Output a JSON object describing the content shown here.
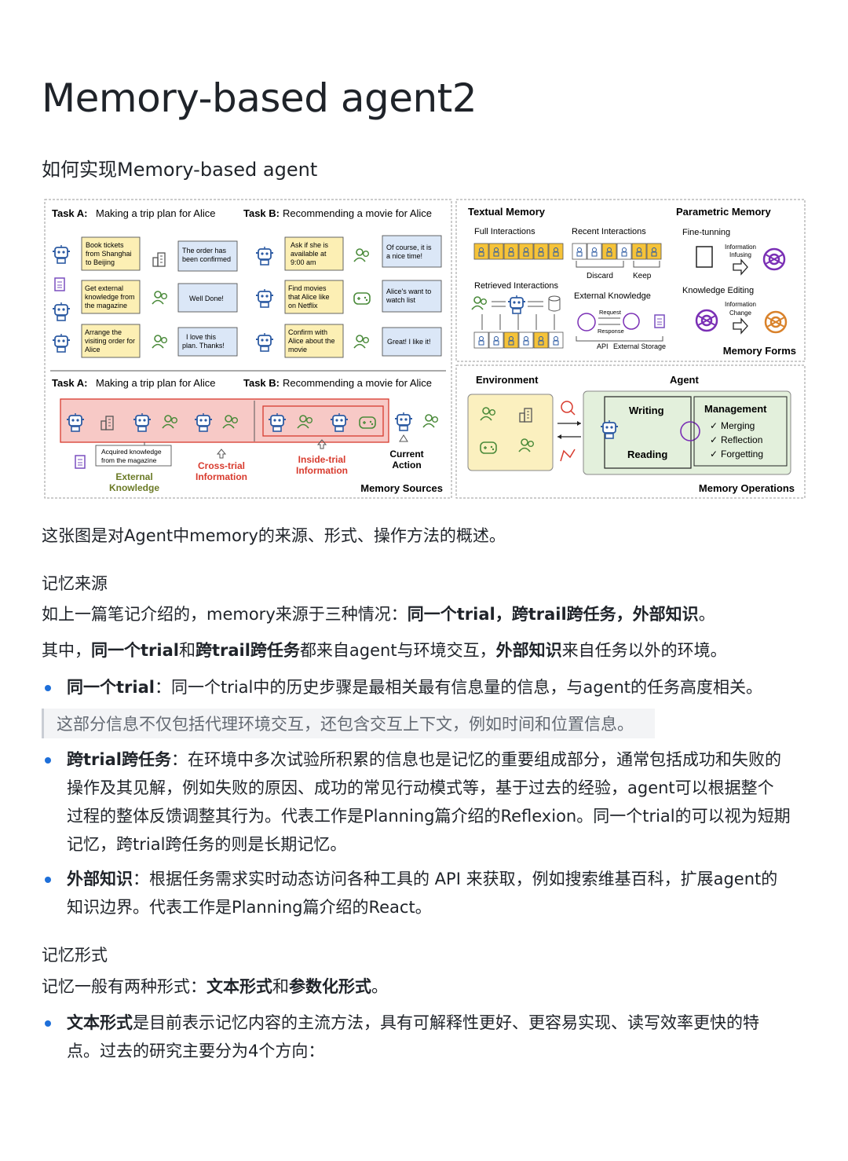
{
  "title": "Memory-based agent2",
  "subtitle": "如何实现Memory-based agent",
  "figure": {
    "sources_top": {
      "task_a_label": "Task A:",
      "task_a_text": "Making a trip plan for Alice",
      "task_b_label": "Task B:",
      "task_b_text": "Recommending a movie for Alice",
      "a_msgs": [
        "Book tickets",
        "from Shanghai",
        "to Beijing",
        "Get external",
        "knowledge from",
        "the magazine",
        "Arrange the",
        "visiting order for",
        "Alice"
      ],
      "a_replies": [
        "The order has",
        "been confirmed",
        "Well Done!",
        "I love this",
        "plan. Thanks!"
      ],
      "b_msgs": [
        "Ask if she is",
        "available at",
        "9:00 am",
        "Find movies",
        "that Alice like",
        "on Netflix",
        "Confirm with",
        "Alice about the",
        "movie"
      ],
      "b_replies": [
        "Of course, it is",
        "a nice time!",
        "Alice's want to",
        "watch list",
        "Great! I like it!"
      ]
    },
    "sources_bottom": {
      "task_a_label": "Task A:",
      "task_a_text": "Making a trip plan for Alice",
      "task_b_label": "Task B:",
      "task_b_text": "Recommending a movie for Alice",
      "acquired_1": "Acquired knowledge",
      "acquired_2": "from the magazine",
      "external_1": "External",
      "external_2": "Knowledge",
      "cross_1": "Cross-trial",
      "cross_2": "Information",
      "inside_1": "Inside-trial",
      "inside_2": "Information",
      "current_1": "Current",
      "current_2": "Action",
      "caption": "Memory Sources"
    },
    "forms": {
      "textual": "Textual Memory",
      "full": "Full Interactions",
      "recent": "Recent Interactions",
      "discard": "Discard",
      "keep": "Keep",
      "retrieved": "Retrieved Interactions",
      "external": "External Knowledge",
      "request": "Request",
      "response": "Response",
      "api": "API",
      "storage": "External Storage",
      "parametric": "Parametric Memory",
      "finetune": "Fine-tunning",
      "infusing_1": "Information",
      "infusing_2": "Infusing",
      "editing": "Knowledge Editing",
      "change_1": "Information",
      "change_2": "Change",
      "caption": "Memory Forms"
    },
    "operations": {
      "environment": "Environment",
      "agent": "Agent",
      "writing": "Writing",
      "reading": "Reading",
      "management": "Management",
      "merging": "Merging",
      "reflection": "Reflection",
      "forgetting": "Forgetting",
      "caption": "Memory Operations"
    }
  },
  "intro": "这张图是对Agent中memory的来源、形式、操作方法的概述。",
  "section_sources": {
    "heading": "记忆来源",
    "p1_a": "如上一篇笔记介绍的，memory来源于三种情况：",
    "p1_b": "同一个trial，跨trail跨任务，外部知识",
    "p1_c": "。",
    "p2_a": "其中，",
    "p2_b": "同一个trial",
    "p2_c": "和",
    "p2_d": "跨trail跨任务",
    "p2_e": "都来自agent与环境交互，",
    "p2_f": "外部知识",
    "p2_g": "来自任务以外的环境。",
    "b1_bold": "同一个trial",
    "b1_text": "：同一个trial中的历史步骤是最相关最有信息量的信息，与agent的任务高度相关。",
    "quote": "这部分信息不仅包括代理环境交互，还包含交互上下文，例如时间和位置信息。",
    "b2_bold": "跨trial跨任务",
    "b2_l1": "：在环境中多次试验所积累的信息也是记忆的重要组成部分，通常包括成功和失败的",
    "b2_l2": "操作及其见解，例如失败的原因、成功的常见行动模式等，基于过去的经验，agent可以根据整个",
    "b2_l3": "过程的整体反馈调整其行为。代表工作是Planning篇介绍的Reflexion。同一个trial的可以视为短期",
    "b2_l4": "记忆，跨trial跨任务的则是长期记忆。",
    "b3_bold": "外部知识",
    "b3_l1": "：根据任务需求实时动态访问各种工具的 API 来获取，例如搜索维基百科，扩展agent的",
    "b3_l2": "知识边界。代表工作是Planning篇介绍的React。"
  },
  "section_forms": {
    "heading": "记忆形式",
    "p1_a": "记忆一般有两种形式：",
    "p1_b": "文本形式",
    "p1_c": "和",
    "p1_d": "参数化形式",
    "p1_e": "。",
    "b1_bold": "文本形式",
    "b1_l1": "是目前表示记忆内容的主流方法，具有可解释性更好、更容易实现、读写效率更快的特",
    "b1_l2": "点。过去的研究主要分为4个方向："
  },
  "colors": {
    "accent": "#1e6fd9",
    "card_yellow": "#fcefb4",
    "card_blue": "#dbe7f7",
    "cross_trial": "#f7c9c6",
    "agent_box": "#e3f0dc",
    "env_box": "#fbf0bf",
    "red_text": "#d83b2e",
    "olive_text": "#6b7a26"
  }
}
